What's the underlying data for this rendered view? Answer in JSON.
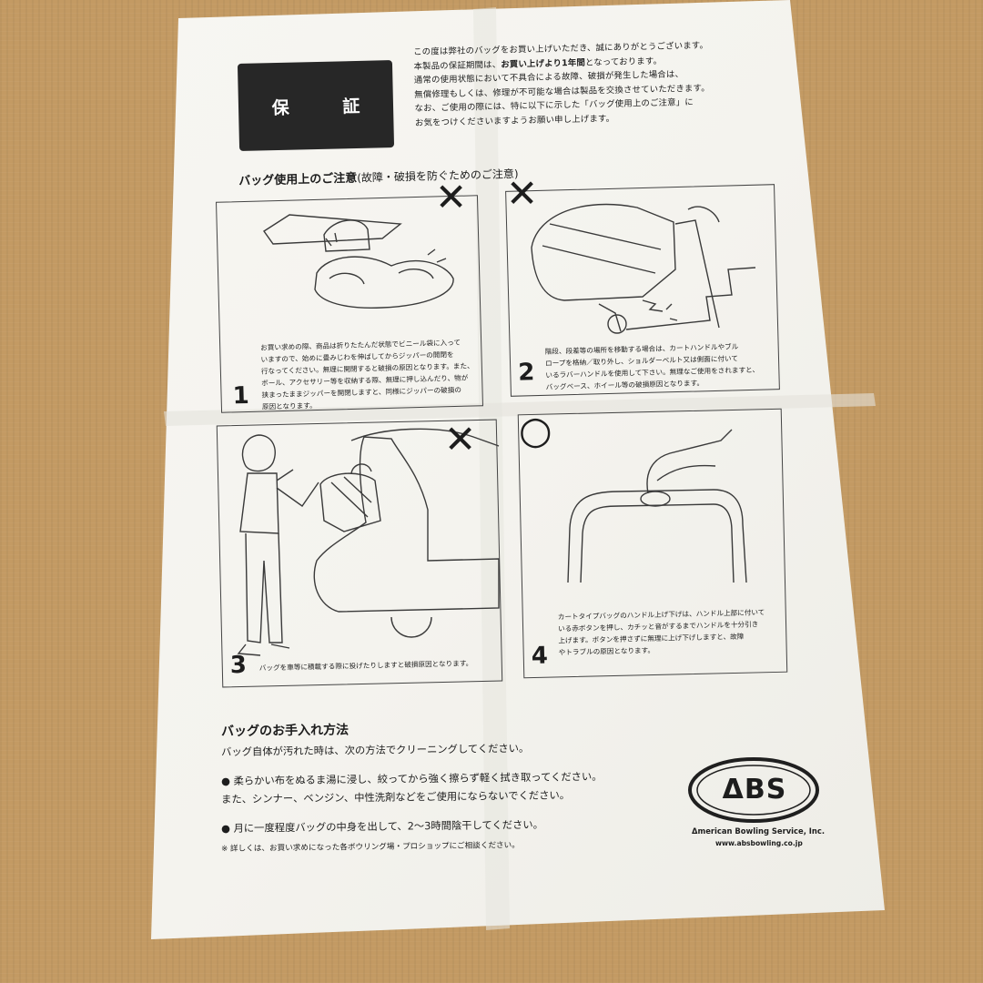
{
  "header": {
    "badge": "保 証",
    "intro_lines": [
      "この度は弊社のバッグをお買い上げいただき、誠にありがとうございます。",
      "本製品の保証期間は、",
      "お買い上げより1年間",
      "となっております。",
      "通常の使用状態において不具合による故障、破損が発生した場合は、",
      "無償修理もしくは、修理が不可能な場合は製品を交換させていただきます。",
      "なお、ご使用の際には、特に以下に示した「バッグ使用上のご注意」に",
      "お気をつけくださいますようお願い申し上げます。"
    ]
  },
  "caution": {
    "title": "バッグ使用上のご注意",
    "subtitle": "(故障・破損を防ぐためのご注意)",
    "panels": [
      {
        "number": "1",
        "mark": "✕",
        "text": [
          "お買い求めの際、商品は折りたたんだ状態でビニール袋に入って",
          "いますので、始めに畳みじわを伸ばしてからジッパーの開閉を",
          "行なってください。無理に開閉すると破損の原因となります。また、",
          "ボール、アクセサリー等を収納する際、無理に押し込んだり、物が",
          "挟まったままジッパーを開閉しますと、同様にジッパーの破損の",
          "原因となります。"
        ]
      },
      {
        "number": "2",
        "mark": "✕",
        "text": [
          "階段、段差等の場所を移動する場合は、カートハンドルやブル",
          "ロープを格納／取り外し、ショルダーベルト又は側面に付いて",
          "いるラバーハンドルを使用して下さい。無理なご使用をされますと、",
          "バッグベース、ホイール等の破損原因となります。"
        ]
      },
      {
        "number": "3",
        "mark": "✕",
        "text": [
          "バッグを車等に積載する際に投げたりしますと破損原因となります。"
        ]
      },
      {
        "number": "4",
        "mark": "○",
        "text": [
          "カートタイプバッグのハンドル上げ下げは、ハンドル上部に付いて",
          "いる赤ボタンを押し、カチッと音がするまでハンドルを十分引き",
          "上げます。ボタンを押さずに無理に上げ下げしますと、故障",
          "やトラブルの原因となります。"
        ]
      }
    ]
  },
  "care": {
    "title": "バッグのお手入れ方法",
    "intro": "バッグ自体が汚れた時は、次の方法でクリーニングしてください。",
    "bullets": [
      "●  柔らかい布をぬるま湯に浸し、絞ってから強く擦らず軽く拭き取ってください。",
      "    また、シンナー、ベンジン、中性洗剤などをご使用にならないでください。",
      "●  月に一度程度バッグの中身を出して、2～3時間陰干してください。"
    ],
    "note": "※ 詳しくは、お買い求めになった各ボウリング場・プロショップにご相談ください。"
  },
  "brand": {
    "logo": "ΔBS",
    "company": "Δmerican Bowling Service, Inc.",
    "url": "www.absbowling.co.jp"
  }
}
